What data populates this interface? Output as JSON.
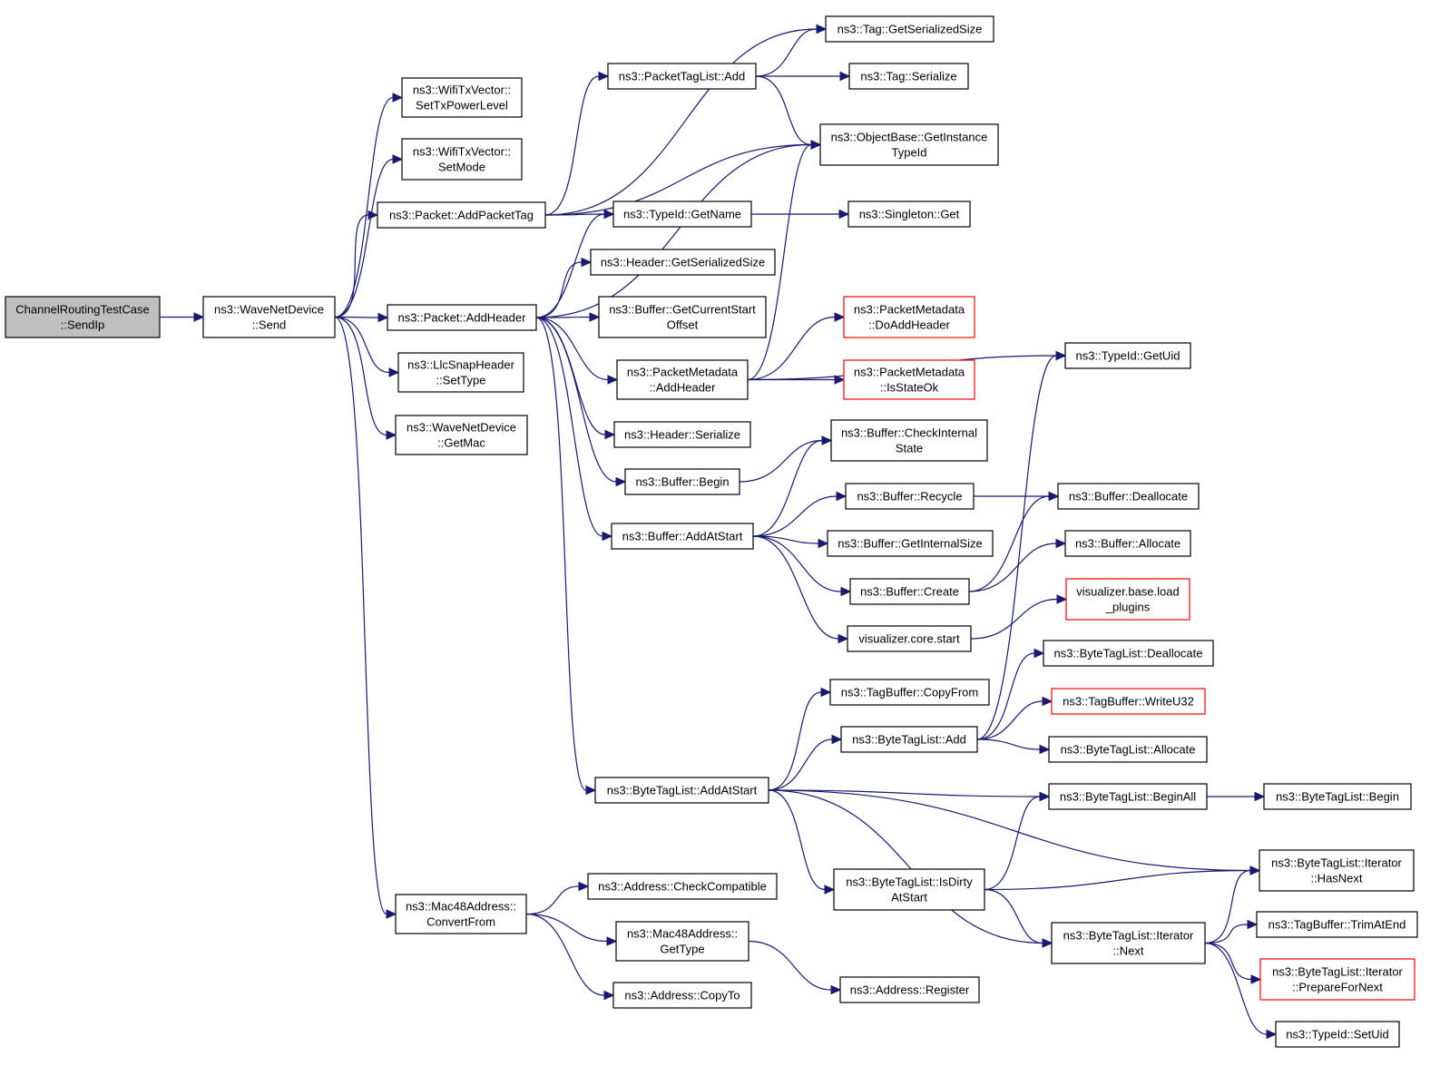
{
  "colors": {
    "edge": "#191970",
    "root_fill": "#bfbfbf",
    "red_border": "#ff0000"
  },
  "nodes": [
    {
      "id": "sendip",
      "lines": [
        "ChannelRoutingTestCase",
        "::SendIp"
      ],
      "style": "root"
    },
    {
      "id": "wave_send",
      "lines": [
        "ns3::WaveNetDevice",
        "::Send"
      ]
    },
    {
      "id": "settxpower",
      "lines": [
        "ns3::WifiTxVector::",
        "SetTxPowerLevel"
      ]
    },
    {
      "id": "setmode",
      "lines": [
        "ns3::WifiTxVector::",
        "SetMode"
      ]
    },
    {
      "id": "addpackettag",
      "lines": [
        "ns3::Packet::AddPacketTag"
      ]
    },
    {
      "id": "addheader",
      "lines": [
        "ns3::Packet::AddHeader"
      ]
    },
    {
      "id": "llcsettype",
      "lines": [
        "ns3::LlcSnapHeader",
        "::SetType"
      ]
    },
    {
      "id": "getmac",
      "lines": [
        "ns3::WaveNetDevice",
        "::GetMac"
      ]
    },
    {
      "id": "convertfrom",
      "lines": [
        "ns3::Mac48Address::",
        "ConvertFrom"
      ]
    },
    {
      "id": "ptl_add",
      "lines": [
        "ns3::PacketTagList::Add"
      ]
    },
    {
      "id": "typeid_getname",
      "lines": [
        "ns3::TypeId::GetName"
      ]
    },
    {
      "id": "hdr_getsersize",
      "lines": [
        "ns3::Header::GetSerializedSize"
      ]
    },
    {
      "id": "buf_getcurstart",
      "lines": [
        "ns3::Buffer::GetCurrentStart",
        "Offset"
      ]
    },
    {
      "id": "pm_addheader",
      "lines": [
        "ns3::PacketMetadata",
        "::AddHeader"
      ]
    },
    {
      "id": "hdr_serialize",
      "lines": [
        "ns3::Header::Serialize"
      ]
    },
    {
      "id": "buf_begin",
      "lines": [
        "ns3::Buffer::Begin"
      ]
    },
    {
      "id": "buf_addatstart",
      "lines": [
        "ns3::Buffer::AddAtStart"
      ]
    },
    {
      "id": "btl_addatstart",
      "lines": [
        "ns3::ByteTagList::AddAtStart"
      ]
    },
    {
      "id": "addr_checkcompat",
      "lines": [
        "ns3::Address::CheckCompatible"
      ]
    },
    {
      "id": "mac48_gettype",
      "lines": [
        "ns3::Mac48Address::",
        "GetType"
      ]
    },
    {
      "id": "addr_copyto",
      "lines": [
        "ns3::Address::CopyTo"
      ]
    },
    {
      "id": "tag_getsersize",
      "lines": [
        "ns3::Tag::GetSerializedSize"
      ]
    },
    {
      "id": "tag_serialize",
      "lines": [
        "ns3::Tag::Serialize"
      ]
    },
    {
      "id": "objbase_getinst",
      "lines": [
        "ns3::ObjectBase::GetInstance",
        "TypeId"
      ]
    },
    {
      "id": "singleton_get",
      "lines": [
        "ns3::Singleton::Get"
      ]
    },
    {
      "id": "pm_doaddheader",
      "lines": [
        "ns3::PacketMetadata",
        "::DoAddHeader"
      ],
      "style": "red"
    },
    {
      "id": "pm_isstateok",
      "lines": [
        "ns3::PacketMetadata",
        "::IsStateOk"
      ],
      "style": "red"
    },
    {
      "id": "buf_checkinternal",
      "lines": [
        "ns3::Buffer::CheckInternal",
        "State"
      ]
    },
    {
      "id": "buf_recycle",
      "lines": [
        "ns3::Buffer::Recycle"
      ]
    },
    {
      "id": "buf_getinternalsize",
      "lines": [
        "ns3::Buffer::GetInternalSize"
      ]
    },
    {
      "id": "buf_create",
      "lines": [
        "ns3::Buffer::Create"
      ]
    },
    {
      "id": "vis_core_start",
      "lines": [
        "visualizer.core.start"
      ]
    },
    {
      "id": "tagbuf_copyfrom",
      "lines": [
        "ns3::TagBuffer::CopyFrom"
      ]
    },
    {
      "id": "btl_add",
      "lines": [
        "ns3::ByteTagList::Add"
      ]
    },
    {
      "id": "btl_isdirty",
      "lines": [
        "ns3::ByteTagList::IsDirty",
        "AtStart"
      ]
    },
    {
      "id": "addr_register",
      "lines": [
        "ns3::Address::Register"
      ]
    },
    {
      "id": "typeid_getuid",
      "lines": [
        "ns3::TypeId::GetUid"
      ]
    },
    {
      "id": "buf_deallocate",
      "lines": [
        "ns3::Buffer::Deallocate"
      ]
    },
    {
      "id": "buf_allocate",
      "lines": [
        "ns3::Buffer::Allocate"
      ]
    },
    {
      "id": "vis_base_load",
      "lines": [
        "visualizer.base.load",
        "_plugins"
      ],
      "style": "red"
    },
    {
      "id": "btl_deallocate",
      "lines": [
        "ns3::ByteTagList::Deallocate"
      ]
    },
    {
      "id": "tagbuf_writeu32",
      "lines": [
        "ns3::TagBuffer::WriteU32"
      ],
      "style": "red"
    },
    {
      "id": "btl_allocate",
      "lines": [
        "ns3::ByteTagList::Allocate"
      ]
    },
    {
      "id": "btl_beginall",
      "lines": [
        "ns3::ByteTagList::BeginAll"
      ]
    },
    {
      "id": "btl_iter_next",
      "lines": [
        "ns3::ByteTagList::Iterator",
        "::Next"
      ]
    },
    {
      "id": "btl_begin",
      "lines": [
        "ns3::ByteTagList::Begin"
      ]
    },
    {
      "id": "btl_iter_hasnext",
      "lines": [
        "ns3::ByteTagList::Iterator",
        "::HasNext"
      ]
    },
    {
      "id": "tagbuf_trimatend",
      "lines": [
        "ns3::TagBuffer::TrimAtEnd"
      ]
    },
    {
      "id": "btl_iter_prepare",
      "lines": [
        "ns3::ByteTagList::Iterator",
        "::PrepareForNext"
      ],
      "style": "red"
    },
    {
      "id": "typeid_setuid",
      "lines": [
        "ns3::TypeId::SetUid"
      ]
    }
  ],
  "edges": [
    [
      "sendip",
      "wave_send"
    ],
    [
      "wave_send",
      "settxpower"
    ],
    [
      "wave_send",
      "setmode"
    ],
    [
      "wave_send",
      "addpackettag"
    ],
    [
      "wave_send",
      "addheader"
    ],
    [
      "wave_send",
      "llcsettype"
    ],
    [
      "wave_send",
      "getmac"
    ],
    [
      "wave_send",
      "convertfrom"
    ],
    [
      "addpackettag",
      "ptl_add"
    ],
    [
      "addpackettag",
      "tag_getsersize"
    ],
    [
      "addpackettag",
      "objbase_getinst"
    ],
    [
      "addpackettag",
      "typeid_getname"
    ],
    [
      "ptl_add",
      "tag_getsersize"
    ],
    [
      "ptl_add",
      "tag_serialize"
    ],
    [
      "ptl_add",
      "objbase_getinst"
    ],
    [
      "typeid_getname",
      "singleton_get"
    ],
    [
      "addheader",
      "objbase_getinst"
    ],
    [
      "addheader",
      "typeid_getname"
    ],
    [
      "addheader",
      "hdr_getsersize"
    ],
    [
      "addheader",
      "buf_getcurstart"
    ],
    [
      "addheader",
      "pm_addheader"
    ],
    [
      "addheader",
      "hdr_serialize"
    ],
    [
      "addheader",
      "buf_begin"
    ],
    [
      "addheader",
      "buf_addatstart"
    ],
    [
      "addheader",
      "btl_addatstart"
    ],
    [
      "pm_addheader",
      "objbase_getinst"
    ],
    [
      "pm_addheader",
      "typeid_getuid"
    ],
    [
      "pm_addheader",
      "pm_doaddheader"
    ],
    [
      "pm_addheader",
      "pm_isstateok"
    ],
    [
      "buf_begin",
      "buf_checkinternal"
    ],
    [
      "buf_addatstart",
      "buf_checkinternal"
    ],
    [
      "buf_addatstart",
      "buf_recycle"
    ],
    [
      "buf_addatstart",
      "buf_getinternalsize"
    ],
    [
      "buf_addatstart",
      "buf_create"
    ],
    [
      "buf_addatstart",
      "vis_core_start"
    ],
    [
      "buf_recycle",
      "buf_deallocate"
    ],
    [
      "buf_create",
      "buf_deallocate"
    ],
    [
      "buf_create",
      "buf_allocate"
    ],
    [
      "vis_core_start",
      "vis_base_load"
    ],
    [
      "btl_addatstart",
      "tagbuf_copyfrom"
    ],
    [
      "btl_addatstart",
      "btl_add"
    ],
    [
      "btl_addatstart",
      "btl_beginall"
    ],
    [
      "btl_addatstart",
      "btl_iter_hasnext"
    ],
    [
      "btl_addatstart",
      "btl_isdirty"
    ],
    [
      "btl_addatstart",
      "btl_iter_next"
    ],
    [
      "btl_add",
      "typeid_getuid"
    ],
    [
      "btl_add",
      "btl_deallocate"
    ],
    [
      "btl_add",
      "tagbuf_writeu32"
    ],
    [
      "btl_add",
      "btl_allocate"
    ],
    [
      "btl_beginall",
      "btl_begin"
    ],
    [
      "btl_isdirty",
      "btl_beginall"
    ],
    [
      "btl_isdirty",
      "btl_iter_hasnext"
    ],
    [
      "btl_isdirty",
      "btl_iter_next"
    ],
    [
      "btl_iter_next",
      "btl_iter_hasnext"
    ],
    [
      "btl_iter_next",
      "tagbuf_trimatend"
    ],
    [
      "btl_iter_next",
      "btl_iter_prepare"
    ],
    [
      "btl_iter_next",
      "typeid_setuid"
    ],
    [
      "convertfrom",
      "addr_checkcompat"
    ],
    [
      "convertfrom",
      "mac48_gettype"
    ],
    [
      "convertfrom",
      "addr_copyto"
    ],
    [
      "mac48_gettype",
      "addr_register"
    ]
  ]
}
